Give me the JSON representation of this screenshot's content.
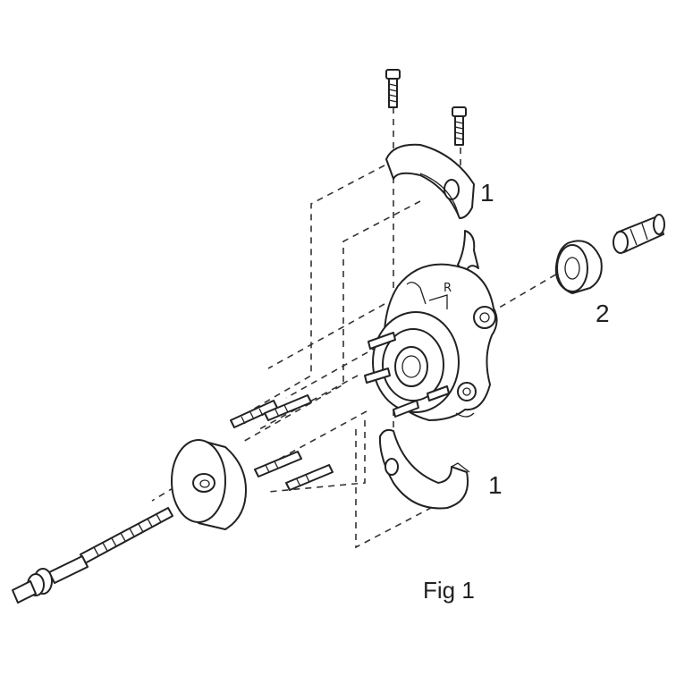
{
  "diagram": {
    "caption": "Fig 1",
    "callouts": [
      {
        "id": "upper-half-shell",
        "number": "1"
      },
      {
        "id": "adapter-nut",
        "number": "2"
      },
      {
        "id": "lower-half-shell",
        "number": "1"
      }
    ],
    "knuckle_mark": "R"
  }
}
